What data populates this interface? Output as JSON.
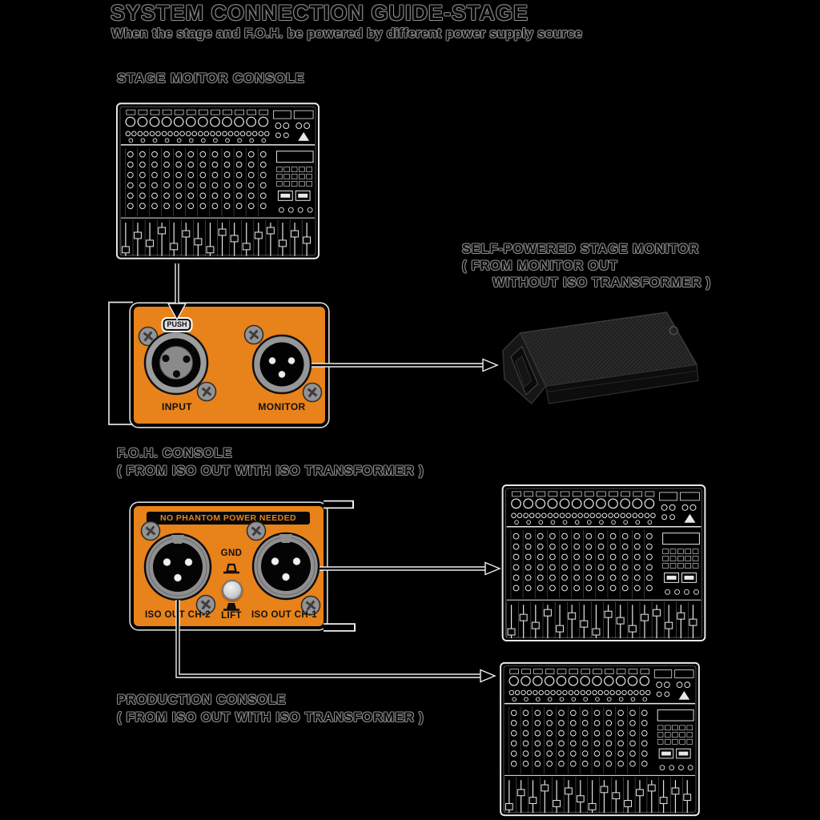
{
  "page": {
    "title": "SYSTEM CONNECTION GUIDE-STAGE",
    "subtitle": "When the stage and F.O.H. be powered by different power supply source"
  },
  "labels": {
    "stage_console": "STAGE MOITOR CONSOLE",
    "self_powered": [
      "SELF-POWERED STAGE MONITOR",
      "( FROM MONITOR OUT",
      "WITHOUT ISO TRANSFORMER )"
    ],
    "foh": [
      "F.O.H. CONSOLE",
      "( FROM ISO OUT WITH ISO TRANSFORMER )"
    ],
    "production": [
      "PRODUCTION CONSOLE",
      "( FROM ISO OUT WITH ISO TRANSFORMER )"
    ]
  },
  "di_box_input": {
    "push_label": "PUSH",
    "input_label": "INPUT",
    "monitor_label": "MONITOR"
  },
  "di_box_iso": {
    "banner": "NO PHANTOM POWER NEEDED",
    "gnd_label": "GND",
    "lift_label": "LIFT",
    "ch2_label": "ISO OUT CH-2",
    "ch1_label": "ISO OUT CH-1"
  },
  "icons": [
    "xlr-female-connector-icon",
    "xlr-male-connector-icon",
    "phillips-screw-icon",
    "ground-open-icon",
    "ground-closed-icon",
    "ground-lift-button",
    "down-arrow-icon",
    "right-arrow-icon",
    "mixing-console-art",
    "stage-monitor-speaker-art"
  ],
  "colors": {
    "background": "#000000",
    "di_box_orange": "#E8821A",
    "line_outline_white": "#F0F0F0",
    "line_core_black": "#000000",
    "text_dark": "#050505",
    "text_halo_gray": "#8F8F8F",
    "banner_black": "#070707"
  }
}
